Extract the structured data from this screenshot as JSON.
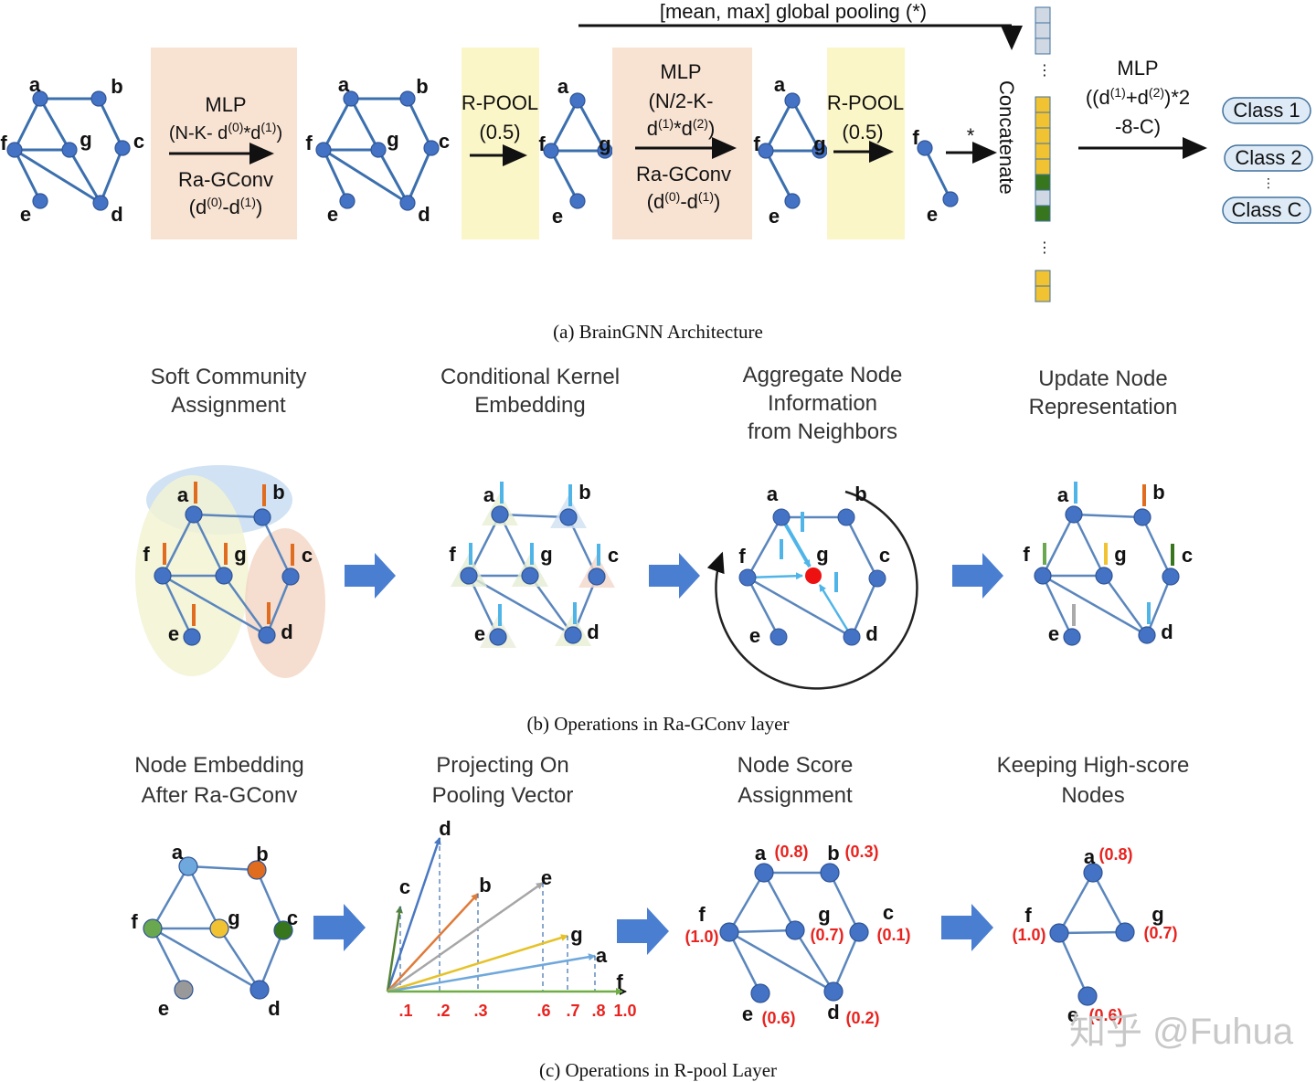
{
  "caption_a": "(a) BrainGNN Architecture",
  "caption_b": "(b) Operations in Ra-GConv layer",
  "caption_c": "(c) Operations in R-pool Layer",
  "global_pool": "[mean, max] global pooling (*)",
  "mlp": "MLP",
  "mlp1_params": "(N-K- d(0)*d(1))",
  "raconv": "Ra-GConv",
  "raconv1_params": "(d(0)-d(1))",
  "rpool": "R-POOL",
  "rpool_ratio": "(0.5)",
  "mlp2_params_l1": "(N/2-K-",
  "mlp2_params_l2": "d(1)*d(2))",
  "raconv2_params": "(d(0)-d(1))",
  "star": "*",
  "concatenate": "Concatenate",
  "mlp3_params_l1": "((d(1)+d(2))*2",
  "mlp3_params_l2": "-8-C)",
  "classes": [
    "Class 1",
    "Class 2",
    "Class C"
  ],
  "ellipsis": "⋮",
  "node_labels": {
    "a": "a",
    "b": "b",
    "c": "c",
    "d": "d",
    "e": "e",
    "f": "f",
    "g": "g"
  },
  "b_titles": [
    [
      "Soft Community",
      "Assignment"
    ],
    [
      "Conditional Kernel",
      "Embedding"
    ],
    [
      "Aggregate Node",
      "Information",
      "from Neighbors"
    ],
    [
      "Update Node",
      "Representation"
    ]
  ],
  "c_titles": [
    [
      "Node Embedding",
      "After Ra-GConv"
    ],
    [
      "Projecting On",
      "Pooling Vector"
    ],
    [
      "Node Score",
      "Assignment"
    ],
    [
      "Keeping High-score",
      "Nodes"
    ]
  ],
  "proj_ticks": [
    ".1",
    ".2",
    ".3",
    ".6",
    ".7",
    ".8",
    "1.0"
  ],
  "scores": {
    "a": "(0.8)",
    "b": "(0.3)",
    "c": "(0.1)",
    "d": "(0.2)",
    "e": "(0.6)",
    "f": "(1.0)",
    "g": "(0.7)"
  },
  "watermark": "知乎 @Fuhua",
  "colors": {
    "node": "#4472c4",
    "edge": "#3b6fae",
    "mlp_box": "#f8e3d3",
    "rpool_box": "#fbf6c8",
    "red": "#e8231f",
    "bar_yellow": "#f1c232",
    "bar_green": "#38761d",
    "bar_grey": "#cfd8e3",
    "node_orange": "#e06c1f",
    "node_green": "#6aa84f",
    "node_darkgreen": "#38761d",
    "node_yellow": "#f1c232",
    "node_lightblue": "#6fa8dc",
    "node_grey": "#999999"
  }
}
